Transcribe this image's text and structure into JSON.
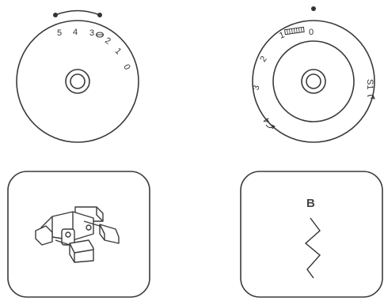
{
  "colors": {
    "stroke": "#3a3a3a",
    "background": "#ffffff"
  },
  "left_dial": {
    "numbers": [
      "5",
      "4",
      "3",
      "2",
      "1",
      "0"
    ],
    "icons": [
      "buttonhole-symbol-icon",
      "range-bracket-icon",
      "indicator-dot-icon"
    ]
  },
  "right_dial": {
    "top_label": "0",
    "numbers": [
      "1",
      "2",
      "3",
      "4"
    ],
    "side_label": "S1",
    "icons": [
      "fine-adjust-bar-icon",
      "indicator-dot-icon",
      "reverse-arrow-icon"
    ]
  },
  "presser_foot_card": {
    "icon": "zigzag-presser-foot-icon"
  },
  "stitch_card": {
    "letter": "B",
    "icon": "zigzag-stitch-icon"
  }
}
